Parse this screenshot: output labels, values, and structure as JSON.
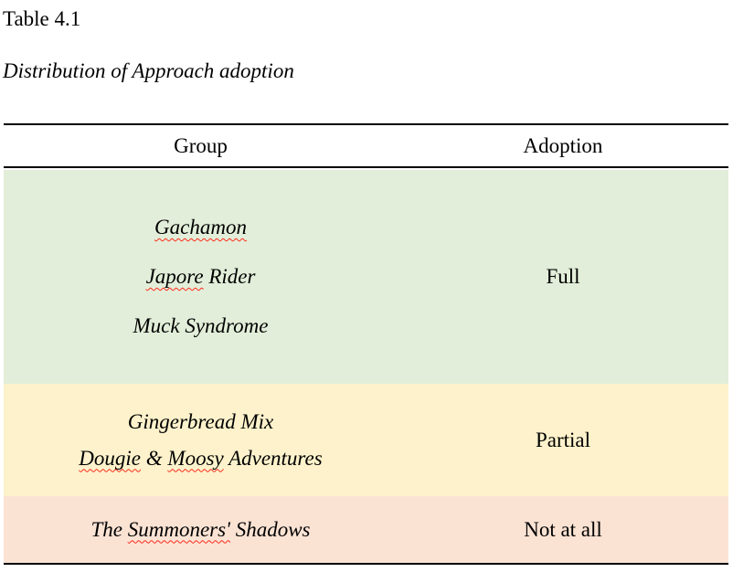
{
  "document": {
    "table_label": "Table 4.1",
    "table_caption": "Distribution of Approach adoption"
  },
  "table": {
    "columns": [
      {
        "label": "Group"
      },
      {
        "label": "Adoption"
      }
    ],
    "rows": [
      {
        "adoption": "Full",
        "row_color": "#e2eed9",
        "groups": [
          {
            "segments": [
              {
                "text": "Gachamon",
                "misspelled": true
              }
            ]
          },
          {
            "segments": [
              {
                "text": "Japore",
                "misspelled": true
              },
              {
                "text": " Rider",
                "misspelled": false
              }
            ]
          },
          {
            "segments": [
              {
                "text": "Muck Syndrome",
                "misspelled": false
              }
            ]
          }
        ]
      },
      {
        "adoption": "Partial",
        "row_color": "#fdf2cb",
        "groups": [
          {
            "segments": [
              {
                "text": "Gingerbread Mix",
                "misspelled": false
              }
            ]
          },
          {
            "segments": [
              {
                "text": "Dougie",
                "misspelled": true
              },
              {
                "text": " & ",
                "misspelled": false
              },
              {
                "text": "Moosy",
                "misspelled": true
              },
              {
                "text": " Adventures",
                "misspelled": false
              }
            ]
          }
        ]
      },
      {
        "adoption": "Not at all",
        "row_color": "#fbe3d4",
        "groups": [
          {
            "segments": [
              {
                "text": "The ",
                "misspelled": false
              },
              {
                "text": "Summoners'",
                "misspelled": true
              },
              {
                "text": " Shadows",
                "misspelled": false
              }
            ]
          }
        ]
      }
    ],
    "colors": {
      "border": "#000000",
      "spellcheck_underline": "#ff2a1a"
    }
  }
}
